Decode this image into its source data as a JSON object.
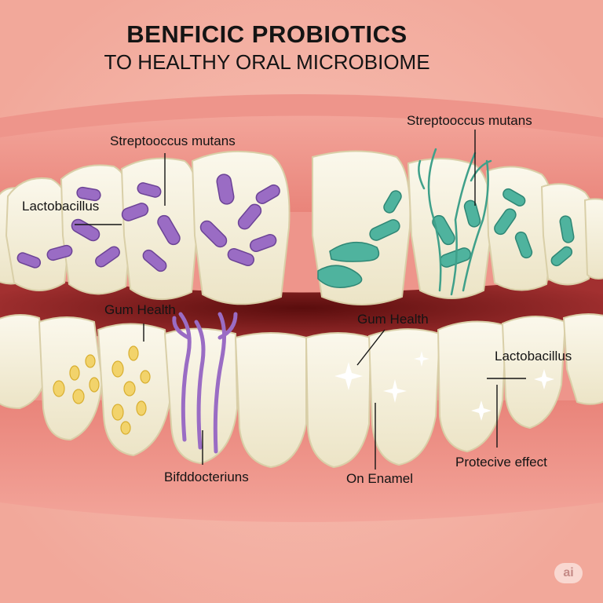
{
  "title": {
    "line1": "BENFICIC PROBIOTICS",
    "line2": "TO HEALTHY ORAL MICROBIOME"
  },
  "labels": {
    "strep_left": "Streptooccus mutans",
    "strep_right": "Streptooсcus mutans",
    "lacto_left": "Lactobacillus",
    "lacto_right": "Lactobacillus",
    "gum_left": "Gum Health",
    "gum_right": "Gum Health",
    "bifido": "Bifddocteriuns",
    "enamel": "On Enamel",
    "protective": "Protecive effect"
  },
  "badge": "ai",
  "colors": {
    "lip": "#ef8f86",
    "gum": "#e9857c",
    "mouth_dark": "#7a1a1a",
    "tooth": "#f6f1de",
    "purple_bacteria": "#9a6cc4",
    "teal_bacteria": "#4fb39e",
    "yellow_bacteria": "#f2d36b"
  }
}
